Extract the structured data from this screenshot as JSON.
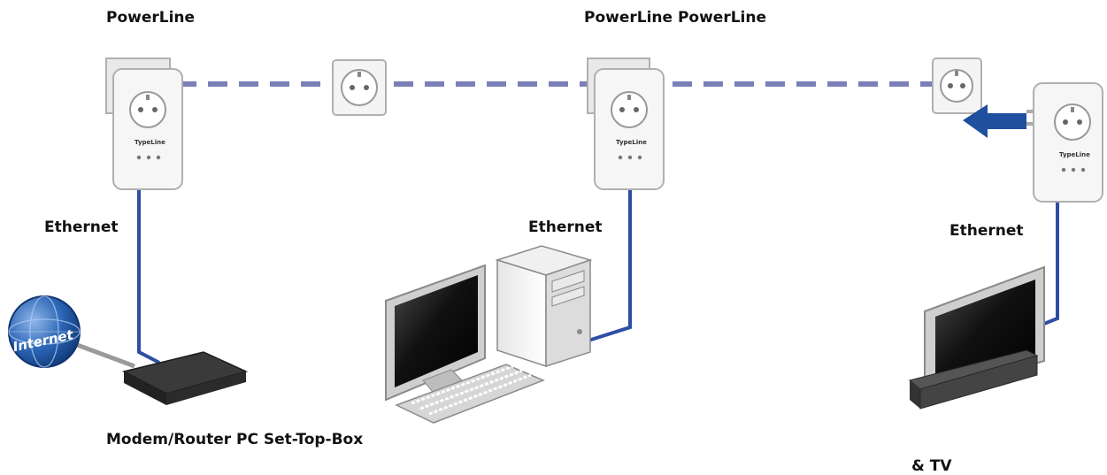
{
  "labels": {
    "powerline_left": "PowerLine",
    "powerline_middle": "PowerLine PowerLine",
    "ethernet_left": "Ethernet",
    "ethernet_middle": "Ethernet",
    "ethernet_right": "Ethernet",
    "devices_caption": "Modem/Router PC Set-Top-Box",
    "tv_caption": "& TV"
  },
  "internet": {
    "label": "Internet"
  },
  "adapter": {
    "brand": "TypeLine"
  },
  "colors": {
    "powerline_dashed": "#7b7fb8",
    "ethernet_cable": "#2d4fa3",
    "globe": "#2a63b4",
    "arrow": "#1f4f9e",
    "adapter_body": "#f6f6f6",
    "outline": "#b0b0b0"
  }
}
